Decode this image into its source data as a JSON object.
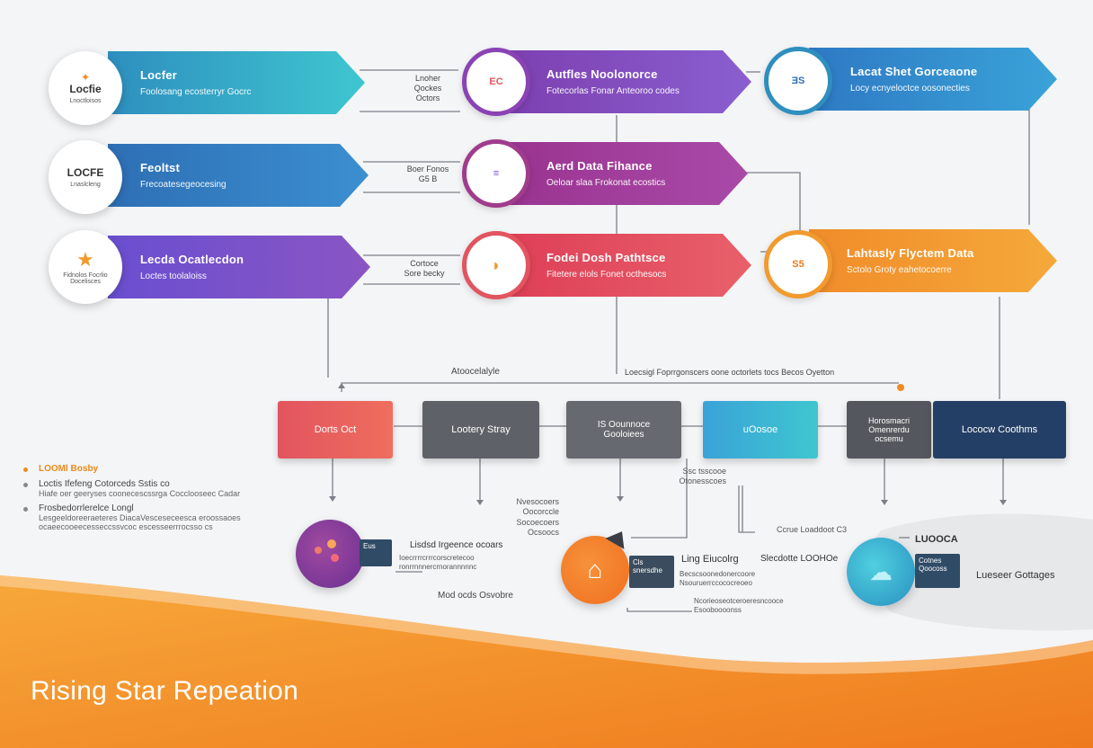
{
  "colors": {
    "teal": "#3fbfd0",
    "blue": "#2e7fbf",
    "violet": "#7a4fd0",
    "purple": "#8a43b4",
    "magenta": "#a03c8c",
    "coral": "#e2545f",
    "sky": "#3aa3d8",
    "orange": "#f29a2e",
    "accent_orange": "#ef8a21"
  },
  "left_circles": [
    {
      "line1": "Locfie",
      "line2": "Lnoctloisos",
      "icon": "sparkle-icon"
    },
    {
      "line1": "LOCFE",
      "line2": "Lnaslcleng",
      "icon": ""
    },
    {
      "line1": "",
      "line2": "Fidnolos Focrlio\nDocelisces",
      "icon": "star-icon"
    }
  ],
  "left_banners": [
    {
      "title": "Locfer",
      "subtitle": "Foolosang ecosterryr Gocrc"
    },
    {
      "title": "Feoltst",
      "subtitle": "Frecoatesegeocesing"
    },
    {
      "title": "Lecda Ocatlecdon",
      "subtitle": "Loctes toolaloiss"
    }
  ],
  "connectors_left": [
    {
      "text": "Lnoher\nQockes\nOctors"
    },
    {
      "text": "Boer Fonos\nG5 B"
    },
    {
      "text": "Cortoce\nSore becky"
    }
  ],
  "mid_banners": [
    {
      "title": "Autfles Noolonorce",
      "subtitle": "Fotecorlas Fonar Anteoroo codes"
    },
    {
      "title": "Aerd Data Fihance",
      "subtitle": "Oeloar slaa Frokonat ecostics"
    },
    {
      "title": "Fodei Dosh Pathtsce",
      "subtitle": "Fitetere elols Fonet octhesocs"
    }
  ],
  "mid_rings": [
    {
      "glyph": "EC"
    },
    {
      "glyph": "≡"
    },
    {
      "glyph": "◗"
    }
  ],
  "right_banners": [
    {
      "title": "Lacat Shet Gorceaone",
      "subtitle": "Locy ecnyeloctce oosonecties"
    },
    {
      "title": "Lahtasly Flyctem Data",
      "subtitle": "Sctolo Groty eahetocoerre"
    }
  ],
  "right_rings": [
    {
      "glyph": "ƎS"
    },
    {
      "glyph": "S5"
    }
  ],
  "mid_labels": {
    "left": "Atoocelalyle",
    "right": "Loecsigl Foprrgonscers oone octorlets tocs Becos Oyetton"
  },
  "boxes": [
    {
      "label": "Dorts Oct"
    },
    {
      "label": "Lootery Stray"
    },
    {
      "label": "IS Oounnoce\nGooloiees"
    },
    {
      "label": "uOosoe"
    },
    {
      "label": "Horosmacri\nOmenrerdu\nocsemu"
    },
    {
      "label": "Lococw Coothms"
    }
  ],
  "legend": [
    {
      "title": "LOOMl Bosby",
      "sub": ""
    },
    {
      "title": "Loctis Ifefeng Cotorceds Sstis co",
      "sub": "Hiafe oer geeryses coonecescssrga Cocclooseec Cadar"
    },
    {
      "title": "Frosbedorrlerelce Longl",
      "sub": "Lesgeeldoreeraeteres DiacaVesceseceesca eroossaoes\nocaeecooeecesseccssvcoc escesseerrrocsso cs"
    }
  ],
  "bottom_texts": {
    "orb1_tag": "Eus",
    "orb1_title": "Lisdsd Irgeence ocoars",
    "orb1_sub": "Ioecrrrrcrrrcorscretecoo\nronrrnnnercrnorannnnnc",
    "orb1_foot": "Mod ocds Osvobre",
    "mid_stack": "Nvesocoers\nOocorccle\nSocoecoers\nOcsoocs",
    "mid_small": "Ssc tsscooe\nOtonesscoes",
    "orb2_tag": "Cls\nsnersdhe",
    "orb2_title": "Ling Eiucolrg",
    "orb2_side": "Slecdotte LOOHOe",
    "orb2_sub": "Becscsoonedonercoore\nNsouruerrccococreoeo",
    "orb2_foot": "Ncorieoseotceroeresncooce\nEsooboooonss",
    "lead_label": "Ccrue Loaddoot C3",
    "orb3_top": "LUOOCA",
    "orb3_tag": "Cotnes\nQoocoss",
    "orb3_side": "Lueseer Gottages"
  },
  "title": "Rising Star Repeation"
}
